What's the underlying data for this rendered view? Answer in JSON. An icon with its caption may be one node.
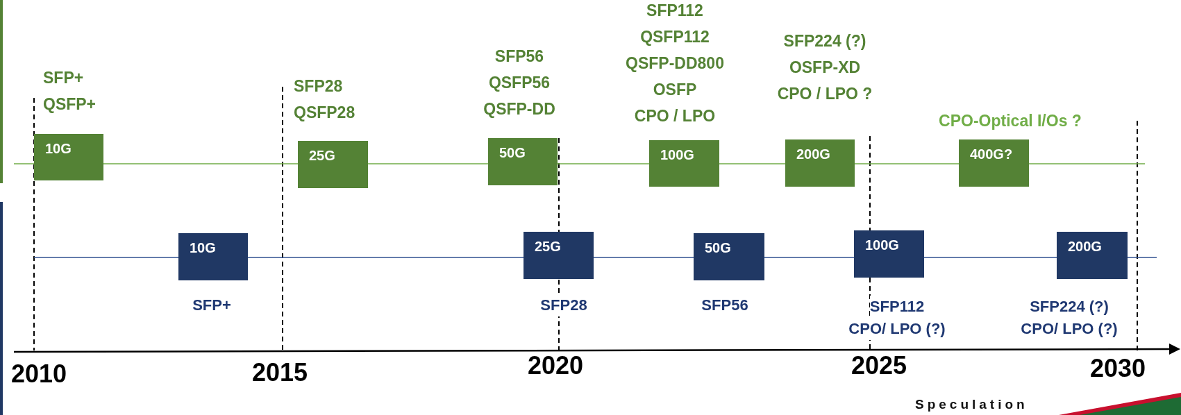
{
  "diagram": {
    "nodes": [
      {
        "text": [
          "10G"
        ],
        "beside": [
          "SFP+",
          "QSFP+"
        ]
      },
      {
        "text": [
          "25G"
        ],
        "beside": [
          "SFP28",
          "QSFP28"
        ]
      },
      {
        "text": [
          "50G"
        ],
        "beside": [
          "SFP56",
          "QSFP56",
          "QSFP-DD"
        ]
      },
      {
        "text": [
          "100G"
        ],
        "beside": [
          "SFP112",
          "QSFP112",
          "QSFP-DD800",
          "OSFP",
          "CPO / LPO"
        ]
      },
      {
        "text": [
          "200G"
        ],
        "beside": [
          "SFP224 (?)",
          "OSFP-XD",
          "CPO / LPO ?"
        ]
      },
      {
        "text": [
          "400G?"
        ],
        "beside": [
          "CPO-Optical I/Os ?"
        ]
      },
      {
        "text": [
          "10G"
        ],
        "beside": [
          "SFP+"
        ]
      },
      {
        "text": [
          "25G"
        ],
        "beside": [
          "SFP28"
        ]
      },
      {
        "text": [
          "50G"
        ],
        "beside": [
          "SFP56"
        ]
      },
      {
        "text": [
          "100G"
        ],
        "beside": [
          "SFP112",
          "CPO/ LPO (?)"
        ]
      },
      {
        "text": [
          "200G"
        ],
        "beside": [
          "SFP224 (?)",
          "CPO/ LPO (?)"
        ]
      }
    ],
    "edges": [
      {
        "from": 0,
        "to": 1,
        "arrow": "none"
      },
      {
        "from": 1,
        "to": 2,
        "arrow": "none"
      },
      {
        "from": 2,
        "to": 3,
        "arrow": "none"
      },
      {
        "from": 3,
        "to": 4,
        "arrow": "none"
      },
      {
        "from": 4,
        "to": 5,
        "arrow": "none"
      },
      {
        "from": 6,
        "to": 7,
        "arrow": "none",
        "color": "#2f4f8f"
      },
      {
        "from": 7,
        "to": 8,
        "arrow": "none",
        "color": "#2f4f8f"
      },
      {
        "from": 8,
        "to": 9,
        "arrow": "none",
        "color": "#2f4f8f"
      },
      {
        "from": 9,
        "to": 10,
        "arrow": "none",
        "color": "#2f4f8f"
      }
    ],
    "labels": [
      "2010",
      "2015",
      "2020",
      "2025",
      "2030",
      "Speculation"
    ]
  }
}
